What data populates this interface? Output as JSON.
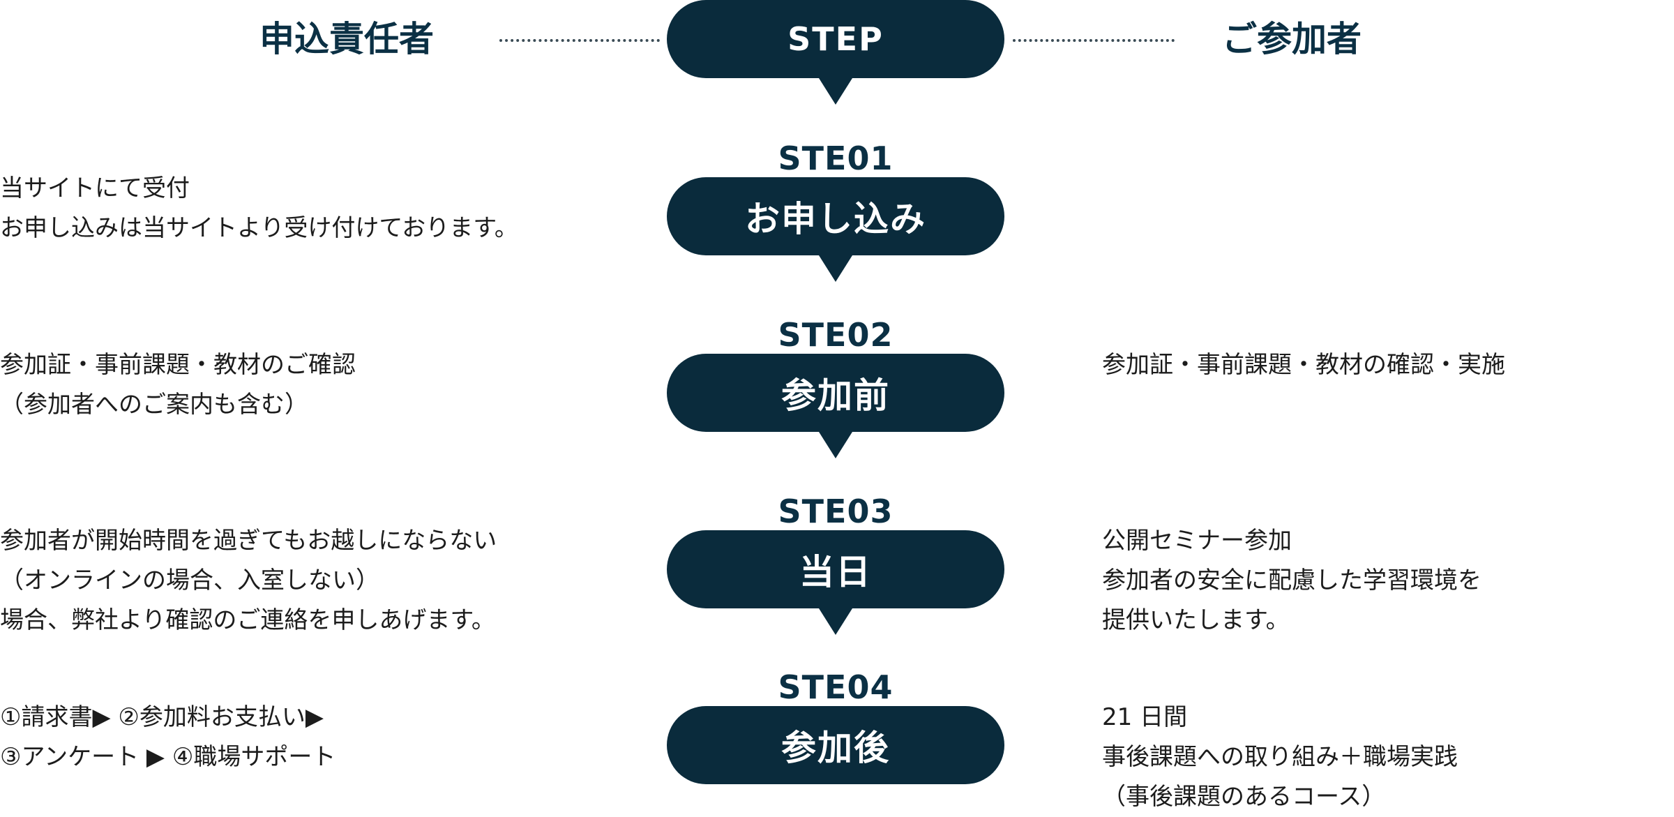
{
  "header": {
    "left_title": "申込責任者",
    "center_title": "STEP",
    "right_title": "ご参加者"
  },
  "steps": [
    {
      "label": "STE01",
      "title": "お申し込み",
      "left_lines": [
        "当サイトにて受付",
        "お申し込みは当サイトより受け付けております。"
      ],
      "right_lines": []
    },
    {
      "label": "STE02",
      "title": "参加前",
      "left_lines": [
        "参加証・事前課題・教材のご確認",
        "（参加者へのご案内も含む）"
      ],
      "right_lines": [
        "参加証・事前課題・教材の確認・実施"
      ]
    },
    {
      "label": "STE03",
      "title": "当日",
      "left_lines": [
        "参加者が開始時間を過ぎてもお越しにならない",
        "（オンラインの場合、入室しない）",
        "場合、弊社より確認のご連絡を申しあげます。"
      ],
      "right_lines": [
        "公開セミナー参加",
        "参加者の安全に配慮した学習環境を",
        "提供いたします。"
      ]
    },
    {
      "label": "STE04",
      "title": "参加後",
      "left_lines": [
        "①請求書▶ ②参加料お支払い▶",
        "③アンケート ▶ ④職場サポート"
      ],
      "right_lines": [
        "21 日間",
        "事後課題への取り組み＋職場実践",
        "（事後課題のあるコース）"
      ]
    }
  ]
}
